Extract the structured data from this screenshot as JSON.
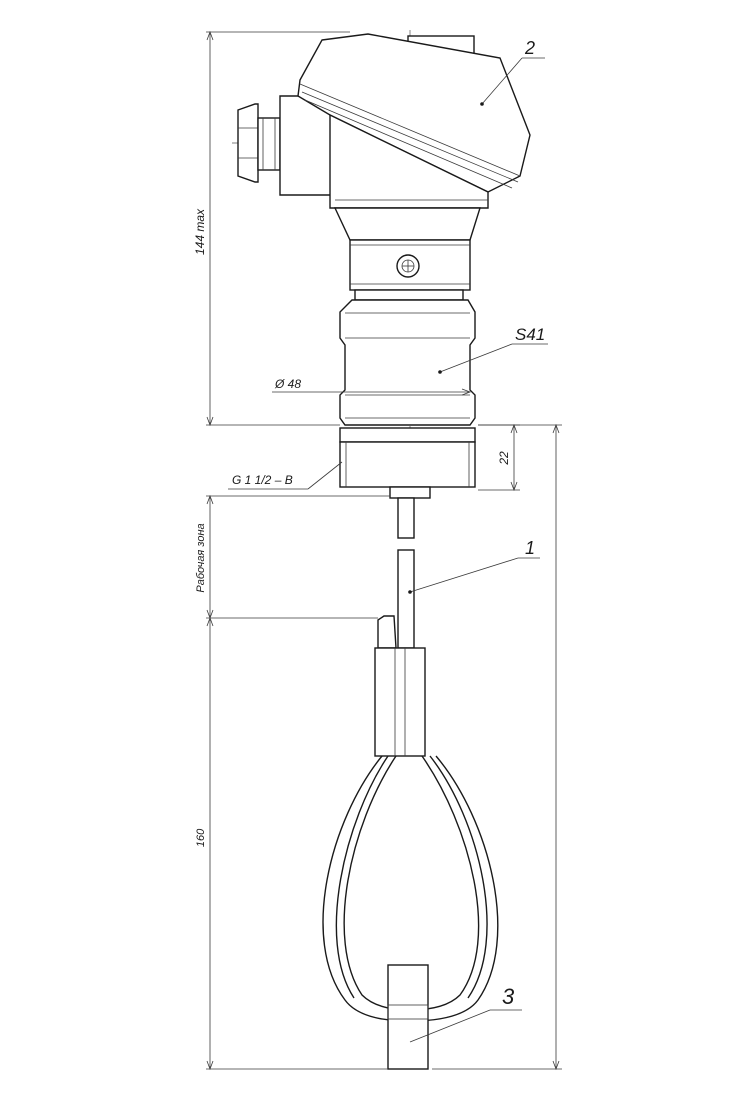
{
  "labels": {
    "callout_1": "1",
    "callout_2": "2",
    "callout_3": "3",
    "wrench_size": "S41",
    "diameter": "Ø 48",
    "thread": "G 1 1/2 – B",
    "height_max": "144 max",
    "thread_length": "22",
    "work_zone": "Рабочая зона",
    "length_total": "160"
  }
}
